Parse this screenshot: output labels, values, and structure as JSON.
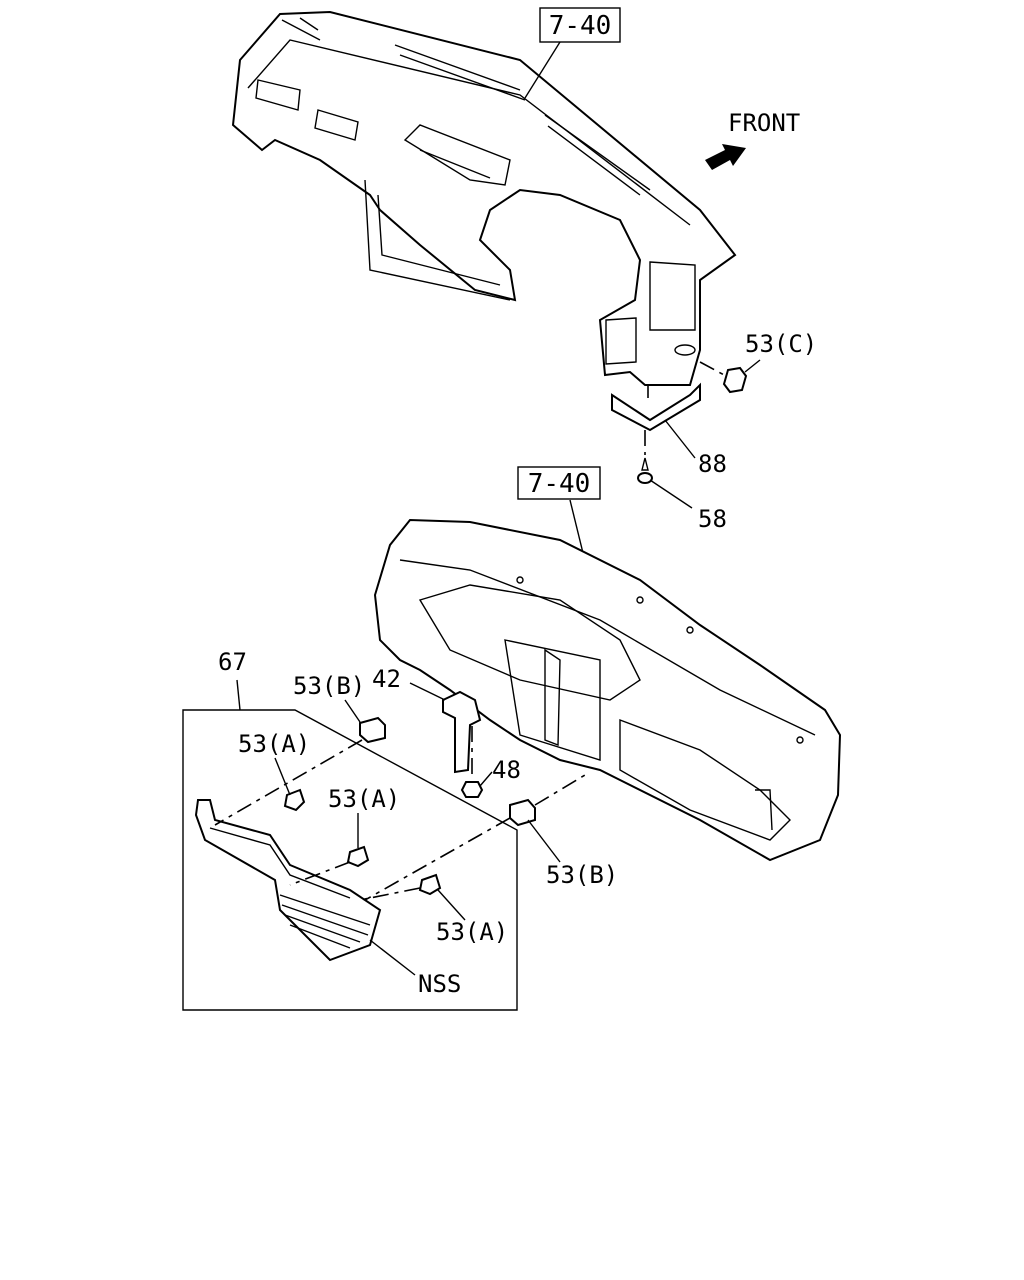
{
  "diagram": {
    "references": {
      "upper": "7-40",
      "lower": "7-40"
    },
    "direction_label": "FRONT",
    "callouts": {
      "c53C": "53(C)",
      "c88": "88",
      "c58": "58",
      "c67": "67",
      "c53B_top": "53(B)",
      "c42": "42",
      "c53A_1": "53(A)",
      "c48": "48",
      "c53A_2": "53(A)",
      "c53B_bottom": "53(B)",
      "c53A_3": "53(A)",
      "cNSS": "NSS"
    },
    "components": [
      "instrument-panel-icon",
      "panel-frame-icon",
      "lower-cover-icon",
      "bracket-icon",
      "clip-icon",
      "screw-icon",
      "nut-icon",
      "front-arrow-icon"
    ]
  }
}
